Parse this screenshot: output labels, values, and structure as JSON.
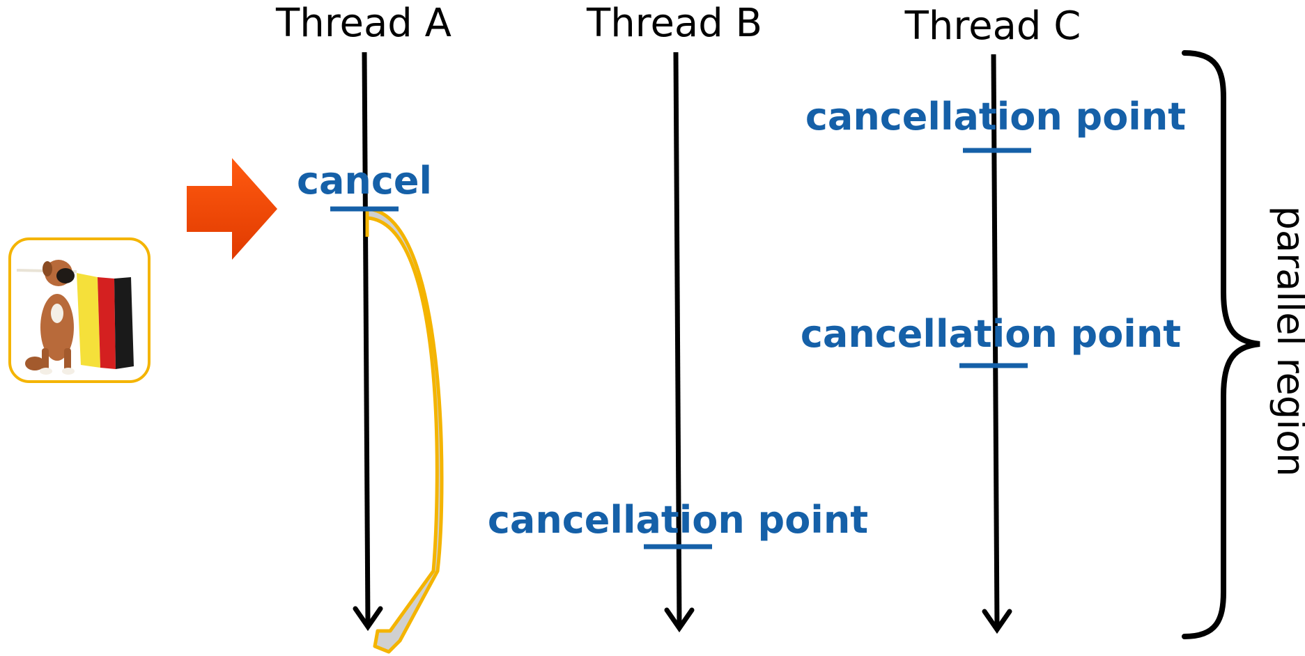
{
  "colors": {
    "line": "#000000",
    "label_blue": "#1560a8",
    "jump_arrow": "#f4b400",
    "jump_fill": "#d0d0d0",
    "pointer_arrow": "#ff4a00",
    "badge_border": "#f4b400"
  },
  "threads": {
    "a": {
      "title": "Thread A"
    },
    "b": {
      "title": "Thread B"
    },
    "c": {
      "title": "Thread C"
    }
  },
  "labels": {
    "cancel": "cancel",
    "cp_b": "cancellation point",
    "cp_c1": "cancellation point",
    "cp_c2": "cancellation point"
  },
  "region": {
    "label": "parallel region"
  },
  "icons": {
    "pointer": "orange-right-arrow-icon",
    "badge": "dog-with-german-flag-icon",
    "jump": "jump-to-end-arrow-icon",
    "brace": "right-curly-brace-icon"
  }
}
